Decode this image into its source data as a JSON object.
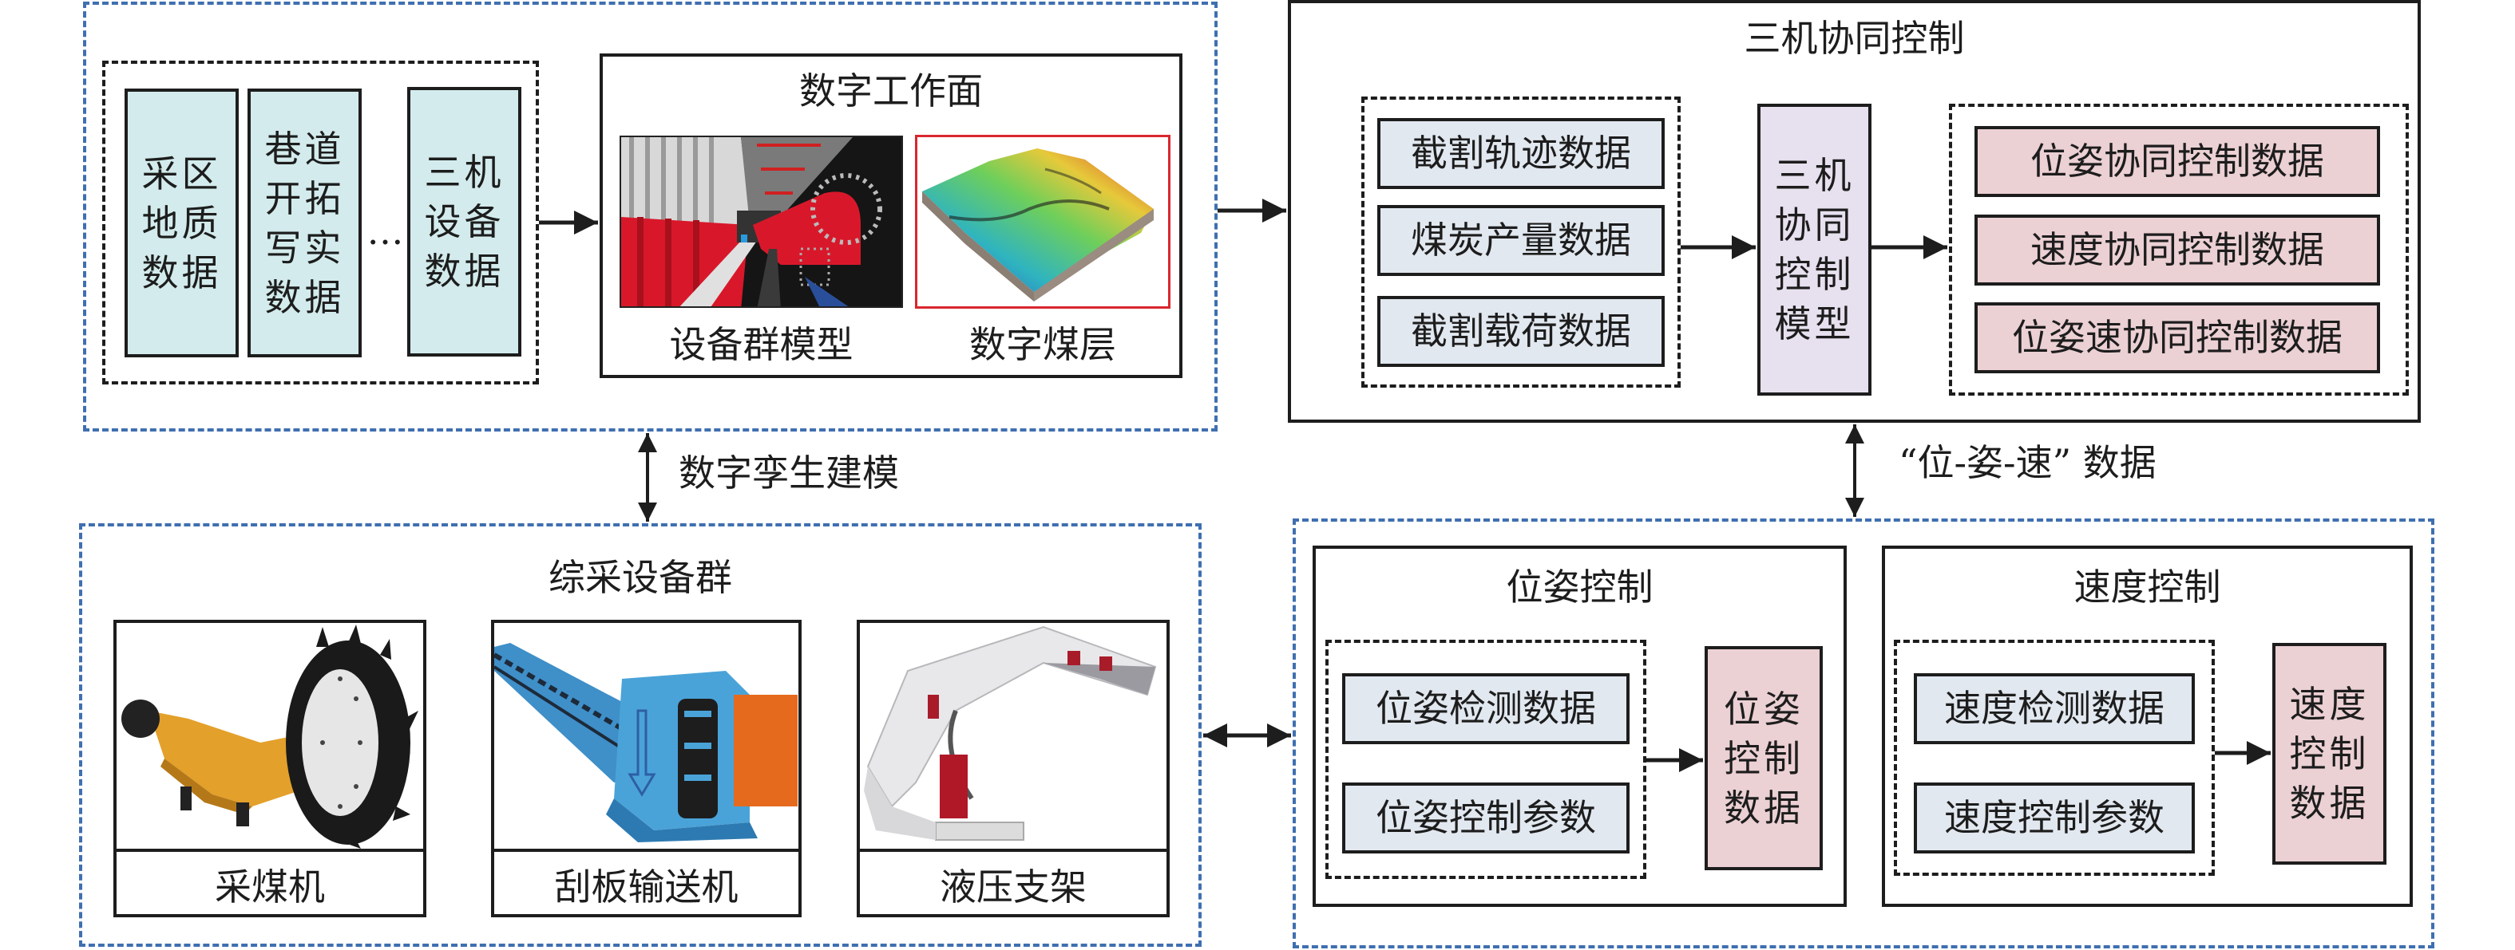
{
  "digital_modeling_panel": {
    "data_sources": [
      {
        "label": "采区\n地质\n数据"
      },
      {
        "label": "巷道\n开拓\n写实\n数据"
      },
      {
        "label": "三机\n设备\n数据"
      }
    ],
    "ellipsis": "…",
    "workface": {
      "title": "数字工作面",
      "images": [
        {
          "caption": "设备群模型",
          "icon": "equipment-group-model-image"
        },
        {
          "caption": "数字煤层",
          "icon": "digital-coal-seam-image"
        }
      ]
    }
  },
  "digital_twin_link": {
    "label": "数字孪生建模"
  },
  "equipment_panel": {
    "title": "综采设备群",
    "items": [
      {
        "caption": "采煤机",
        "icon": "shearer-image"
      },
      {
        "caption": "刮板输送机",
        "icon": "scraper-conveyor-image"
      },
      {
        "caption": "液压支架",
        "icon": "hydraulic-support-image"
      }
    ]
  },
  "coordination_panel": {
    "title": "三机协同控制",
    "inputs": [
      "截割轨迹数据",
      "煤炭产量数据",
      "截割载荷数据"
    ],
    "model": "三机\n协同\n控制\n模型",
    "outputs": [
      "位姿协同控制数据",
      "速度协同控制数据",
      "位姿速协同控制数据"
    ]
  },
  "pose_speed_link": {
    "label": "“位-姿-速” 数据"
  },
  "control_panel": {
    "pose": {
      "title": "位姿控制",
      "inputs": [
        "位姿检测数据",
        "位姿控制参数"
      ],
      "output": "位姿\n控制\n数据"
    },
    "speed": {
      "title": "速度控制",
      "inputs": [
        "速度检测数据",
        "速度控制参数"
      ],
      "output": "速度\n控制\n数据"
    }
  },
  "colors": {
    "blue_dash": "#3f6fb0",
    "cyan_fill": "#d3ebec",
    "gray_fill": "#e2e8f0",
    "pink_fill": "#ebd0d4",
    "purple_fill": "#e7e0ee"
  }
}
